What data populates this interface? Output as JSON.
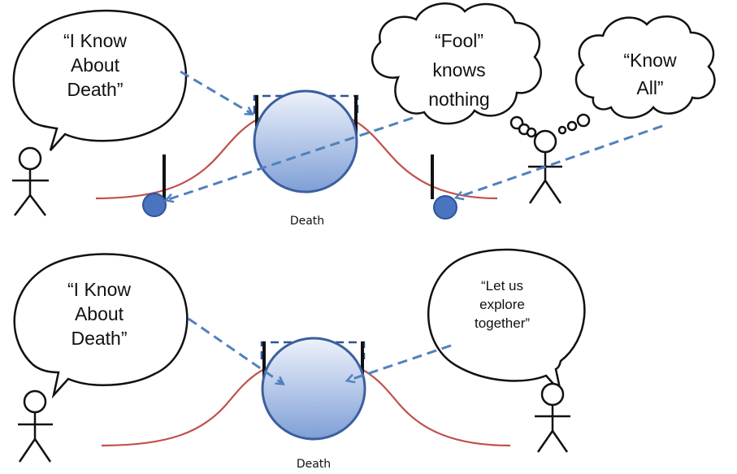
{
  "top_scene": {
    "speaker_left_quote": [
      "“I Know",
      "About",
      "Death”"
    ],
    "thought_middle_quote": [
      "“Fool”",
      "knows",
      "nothing"
    ],
    "thought_right_quote": [
      "“Know",
      "All”"
    ],
    "center_label": "Death"
  },
  "bottom_scene": {
    "speaker_left_quote": [
      "“I Know",
      "About",
      "Death”"
    ],
    "speaker_right_quote": [
      "“Let us",
      "explore",
      "together”"
    ],
    "center_label": "Death"
  },
  "colors": {
    "curve": "#c0504d",
    "ball_fill_top": "#eef2fb",
    "ball_fill_bottom": "#7f9fd6",
    "ball_stroke": "#3c5f9e",
    "arrow": "#4f81bd",
    "ink": "#111111"
  }
}
